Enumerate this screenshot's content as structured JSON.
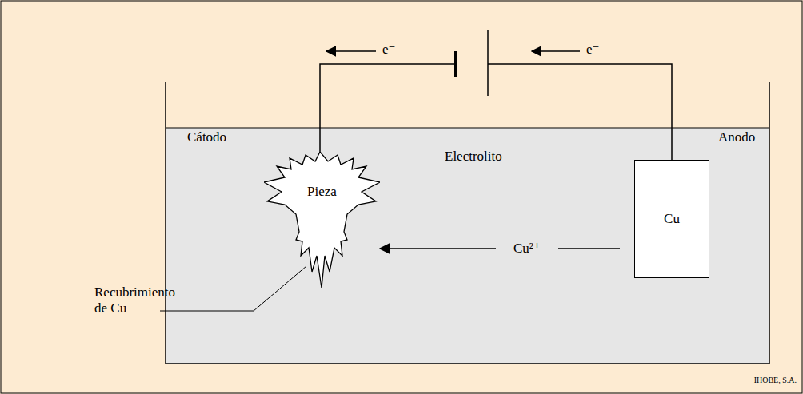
{
  "diagram": {
    "nodes": [
      {
        "text": [
          "Pieza"
        ]
      },
      {
        "text": [
          "Cu"
        ]
      }
    ],
    "edges": [
      {
        "from": 1,
        "to": 0,
        "arrow": "to",
        "label": "Cu²⁺"
      }
    ],
    "labels": [
      "e⁻",
      "e⁻",
      "Cátodo",
      "Anodo",
      "Electrolito",
      "Recubrimiento de Cu",
      "IHOBE, S.A."
    ]
  }
}
